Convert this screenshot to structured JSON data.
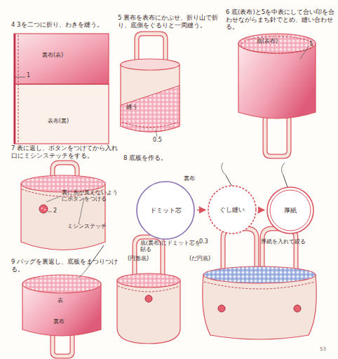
{
  "diagram": {
    "nodes": [
      {
        "text": [
          "ドミット芯"
        ]
      },
      {
        "text": [
          "ぐし縫い"
        ]
      },
      {
        "text": [
          "厚紙"
        ]
      }
    ],
    "edges": [
      {
        "from": 0,
        "to": 1,
        "arrow": "to"
      },
      {
        "from": 1,
        "to": 2,
        "arrow": "to"
      }
    ],
    "labels": [
      "4 3を二つに折り、わきを縫う。",
      "裏布(表)",
      "1",
      "表布(裏)",
      "5 裏布を表布にかぶせ、折り山で折り、底側をぐるりと一周縫う。",
      "縫う",
      "0.5",
      "6 底(表布)と5を中表にして合い印を合わせながらまち針でとめ、縫い合わせる。",
      "底(表布)",
      "1",
      "7 表に返し、ボタンをつけてから入れ口にミシンステッチをする。",
      "裏に糸が見えないようにボタンをつける",
      "2",
      "ミシンステッチ",
      "8 底板を作る。",
      "裏布",
      "0.3",
      "底(裏布)にドミット芯を貼る",
      "厚紙を入れて絞る",
      "9 バッグを裏返し、底板をまつりつける。",
      "表",
      "裏布",
      "(円形底)",
      "(だ円底)",
      "53"
    ]
  }
}
